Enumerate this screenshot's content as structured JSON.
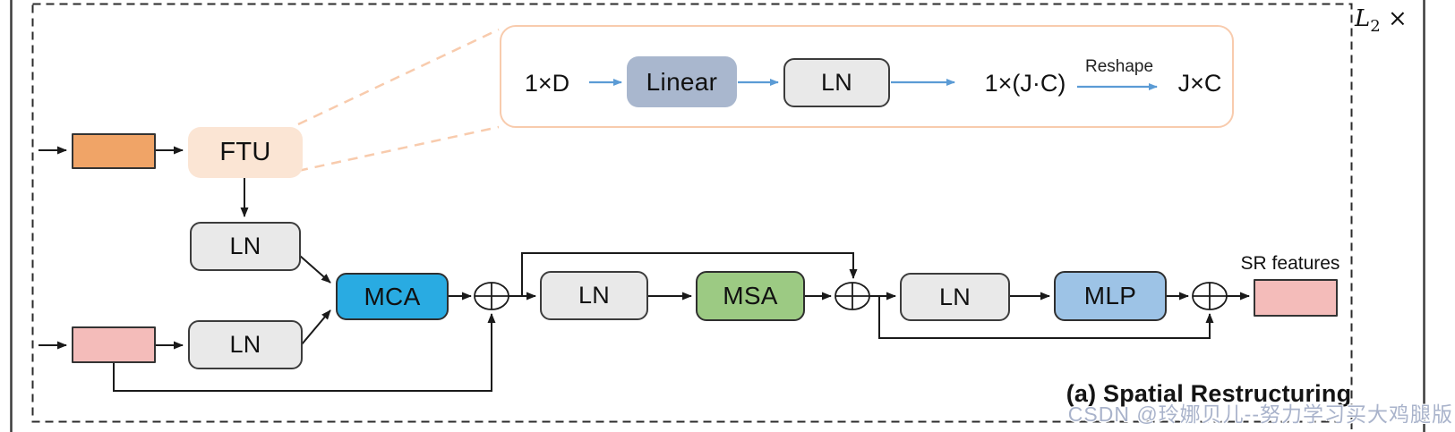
{
  "figure": {
    "loop_label": {
      "base": "L",
      "sub": "2",
      "times": "×"
    },
    "caption": "(a) Spatial Restructuring",
    "watermark": "CSDN @玲娜贝儿--努力学习买大鸡腿版"
  },
  "inset": {
    "input_dim": "1×D",
    "linear": "Linear",
    "ln": "LN",
    "mid_dim": "1×(J·C)",
    "reshape": "Reshape",
    "output_dim": "J×C"
  },
  "flow": {
    "ftu": "FTU",
    "ln_top": "LN",
    "ln_bottom": "LN",
    "mca": "MCA",
    "ln_after_mca": "LN",
    "msa": "MSA",
    "ln_after_msa": "LN",
    "mlp": "MLP",
    "sr_features": "SR features"
  },
  "colors": {
    "mca_fill": "#29ABE2",
    "msa_fill": "#9CCA83",
    "mlp_fill": "#9DC3E6",
    "linear_fill": "#A9B7CE",
    "ln_fill": "#E9E9E9",
    "ftu_fill": "#FBE5D4",
    "orange_token": "#F0A467",
    "pink_token": "#F4BCBA",
    "inset_border": "#F8CBAD",
    "inset_arrow": "#5B9BD5",
    "watermark_text": "#A9B3CB"
  }
}
